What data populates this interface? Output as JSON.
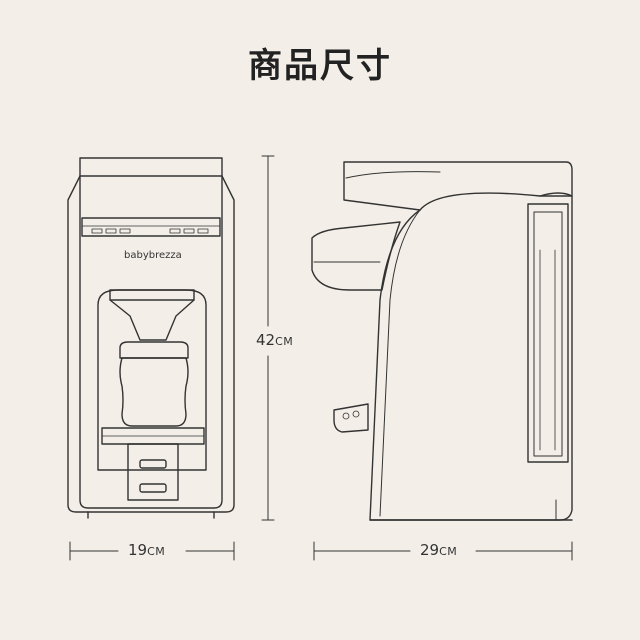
{
  "title": "商品尺寸",
  "brand": "babybrezza",
  "dimensions": {
    "height": {
      "value": "42",
      "unit": "CM"
    },
    "width": {
      "value": "19",
      "unit": "CM"
    },
    "depth": {
      "value": "29",
      "unit": "CM"
    }
  },
  "colors": {
    "background": "#f3efe8",
    "line": "#333333"
  }
}
